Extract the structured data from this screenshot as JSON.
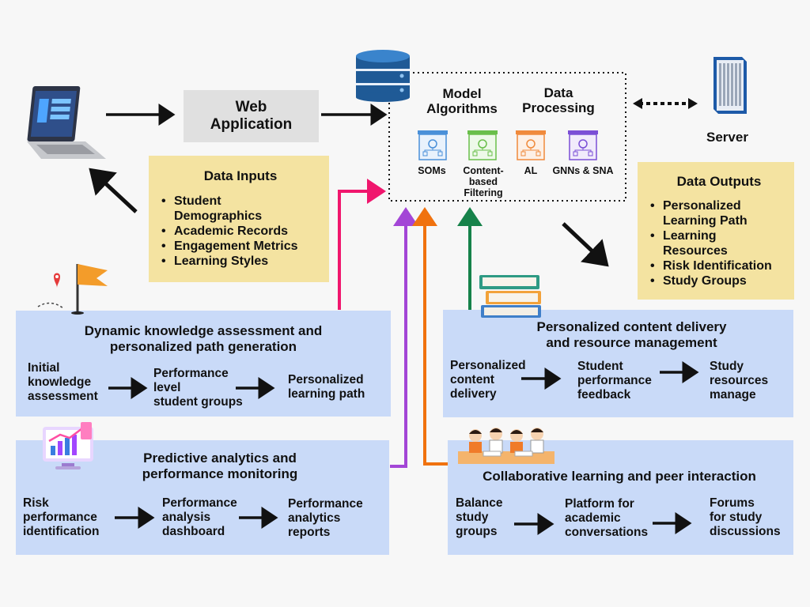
{
  "web_application": "Web\nApplication",
  "server_label": "Server",
  "model_algorithms": "Model\nAlgorithms",
  "data_processing": "Data\nProcessing",
  "algorithms": [
    {
      "label": "SOMs",
      "color": "#4a90d9"
    },
    {
      "label": "Content-\nbased\nFiltering",
      "color": "#6abf4b"
    },
    {
      "label": "AL",
      "color": "#f08a3c"
    },
    {
      "label": "GNNs & SNA",
      "color": "#7b4fd6"
    }
  ],
  "data_inputs": {
    "title": "Data Inputs",
    "items": [
      "Student\nDemographics",
      "Academic Records",
      "Engagement Metrics",
      "Learning Styles"
    ]
  },
  "data_outputs": {
    "title": "Data Outputs",
    "items": [
      "Personalized\nLearning Path",
      "Learning\nResources",
      "Risk Identification",
      "Study Groups"
    ]
  },
  "panels": {
    "p1": {
      "title": "Dynamic knowledge assessment and\npersonalized path generation",
      "steps": [
        "Initial\nknowledge\nassessment",
        "Performance\nlevel\nstudent groups",
        "Personalized\nlearning path"
      ]
    },
    "p2": {
      "title": "Personalized content delivery\nand resource management",
      "steps": [
        "Personalized\ncontent\ndelivery",
        "Student\nperformance\nfeedback",
        "Study\nresources\nmanage"
      ]
    },
    "p3": {
      "title": "Predictive analytics and\nperformance monitoring",
      "steps": [
        "Risk\nperformance\nidentification",
        "Performance\nanalysis\ndashboard",
        "Performance\nanalytics\nreports"
      ]
    },
    "p4": {
      "title": "Collaborative learning and peer interaction",
      "steps": [
        "Balance\nstudy\ngroups",
        "Platform for\nacademic\nconversations",
        "Forums\nfor study\ndiscussions"
      ]
    }
  },
  "colors": {
    "panel_blue": "#c9daf8",
    "yellow": "#f4e3a1",
    "pink": "#f0166d",
    "purple": "#a346d6",
    "orange": "#f0720f",
    "green": "#16824a",
    "db_blue": "#1f5a96"
  }
}
